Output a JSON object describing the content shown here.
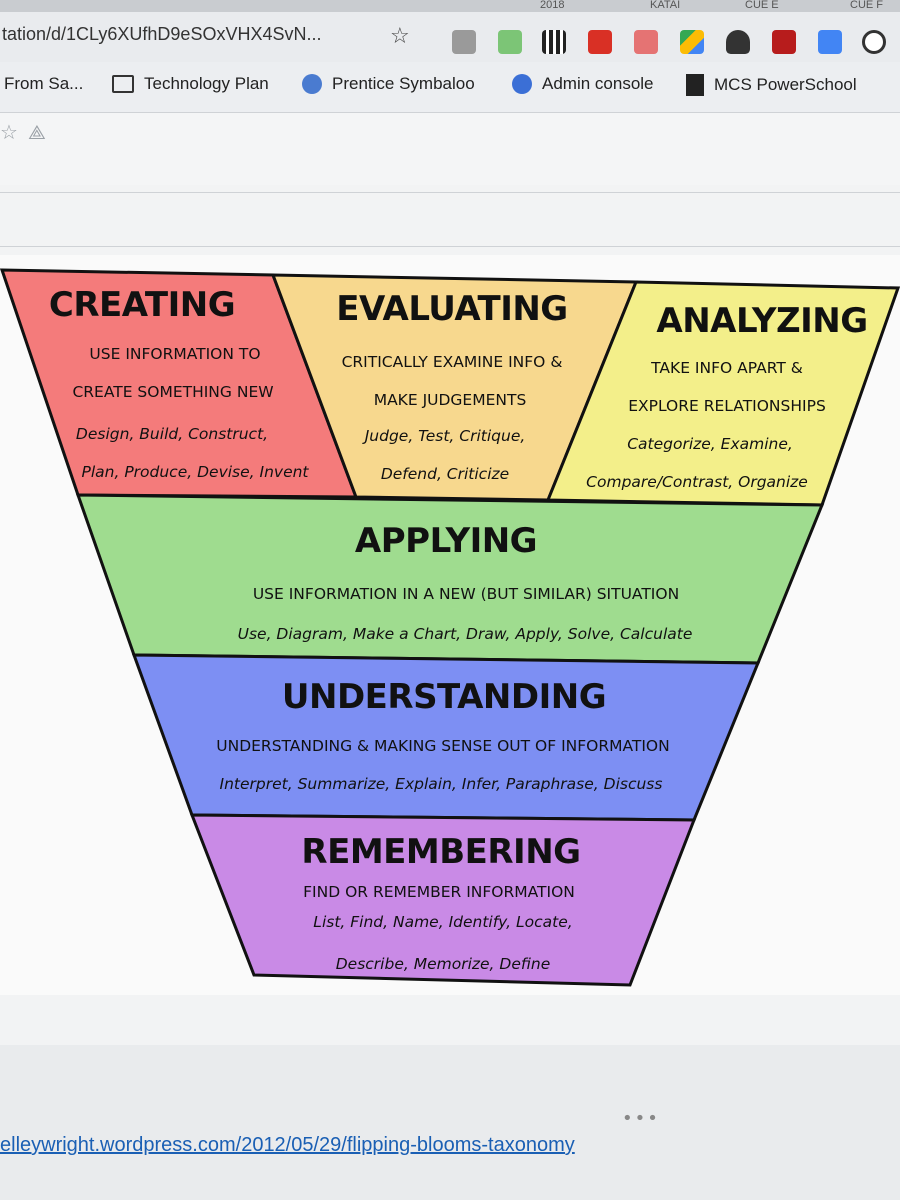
{
  "tabs": {
    "fragments": [
      "2018",
      "KATAI",
      "CUE E",
      "CUE F"
    ]
  },
  "omnibox": {
    "url": "tation/d/1CLy6XUfhD9eSOxVHX4SvN..."
  },
  "extensions": [
    "reader-icon",
    "emoji-icon",
    "qr-icon",
    "acrobat-icon",
    "cast-icon",
    "drive-icon",
    "hat-icon",
    "book-icon",
    "translate-icon",
    "settings-icon"
  ],
  "bookmarks": [
    {
      "label": "From Sa...",
      "icon": "none"
    },
    {
      "label": "Technology Plan",
      "icon": "folder-icon"
    },
    {
      "label": "Prentice Symbaloo",
      "icon": "symbaloo-icon"
    },
    {
      "label": "Admin console",
      "icon": "admin-icon"
    },
    {
      "label": "MCS PowerSchool",
      "icon": "powerschool-icon"
    }
  ],
  "diagram": {
    "levels": [
      {
        "title": "CREATING",
        "desc": [
          "USE INFORMATION TO",
          "CREATE SOMETHING NEW"
        ],
        "verbs": [
          "Design, Build, Construct,",
          "Plan, Produce, Devise, Invent"
        ],
        "color": "#f47b7b"
      },
      {
        "title": "EVALUATING",
        "desc": [
          "CRITICALLY EXAMINE INFO &",
          "MAKE JUDGEMENTS"
        ],
        "verbs": [
          "Judge, Test, Critique,",
          "Defend, Criticize"
        ],
        "color": "#f7d88e"
      },
      {
        "title": "ANALYZING",
        "desc": [
          "TAKE INFO APART &",
          "EXPLORE RELATIONSHIPS"
        ],
        "verbs": [
          "Categorize, Examine,",
          "Compare/Contrast, Organize"
        ],
        "color": "#f3ef8a"
      },
      {
        "title": "APPLYING",
        "desc": [
          "USE INFORMATION IN A NEW (BUT SIMILAR) SITUATION"
        ],
        "verbs": [
          "Use, Diagram, Make a Chart, Draw, Apply, Solve, Calculate"
        ],
        "color": "#9fdc8f"
      },
      {
        "title": "UNDERSTANDING",
        "desc": [
          "UNDERSTANDING & MAKING SENSE OUT OF INFORMATION"
        ],
        "verbs": [
          "Interpret, Summarize, Explain, Infer, Paraphrase, Discuss"
        ],
        "color": "#7d8ff3"
      },
      {
        "title": "REMEMBERING",
        "desc": [
          "FIND OR REMEMBER INFORMATION"
        ],
        "verbs": [
          "List, Find, Name, Identify, Locate,",
          "Describe, Memorize, Define"
        ],
        "color": "#c98ae6"
      }
    ]
  },
  "footer": {
    "link": "elleywright.wordpress.com/2012/05/29/flipping-blooms-taxonomy"
  }
}
